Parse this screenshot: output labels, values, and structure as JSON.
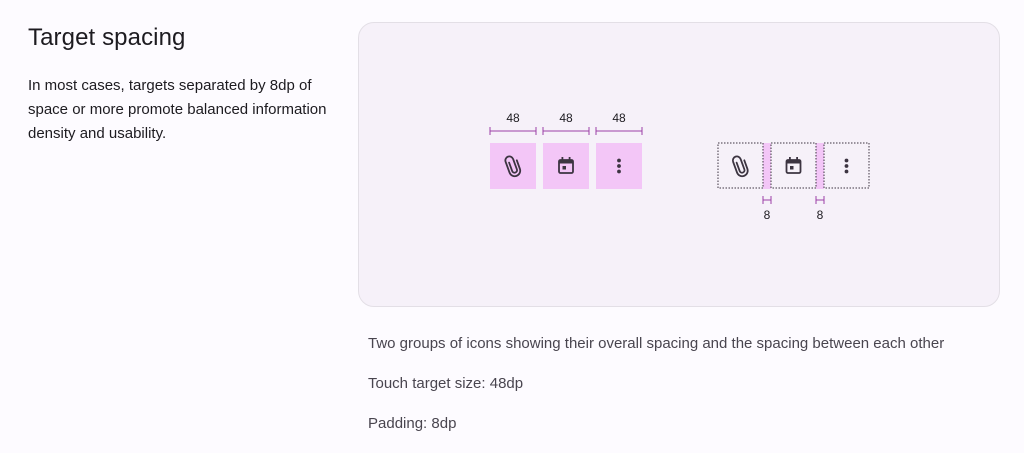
{
  "section": {
    "title": "Target spacing",
    "description": "In most cases, targets separated by 8dp of space or more promote balanced information density and usability."
  },
  "figure": {
    "group_one": {
      "icons": [
        "paperclip-icon",
        "calendar-icon",
        "more-vert-icon"
      ],
      "width_labels": [
        "48",
        "48",
        "48"
      ]
    },
    "group_two": {
      "icons": [
        "paperclip-icon",
        "calendar-icon",
        "more-vert-icon"
      ],
      "gap_labels": [
        "8",
        "8"
      ]
    },
    "colors": {
      "target_fill": "#f3c6f7",
      "measure_line": "#9c3fa6",
      "icon": "#3c3441",
      "card_bg": "#f6f1f9"
    }
  },
  "captions": {
    "alt": "Two groups of icons showing their overall spacing and the spacing between each other",
    "target_size": "Touch target size: 48dp",
    "padding": "Padding: 8dp"
  }
}
